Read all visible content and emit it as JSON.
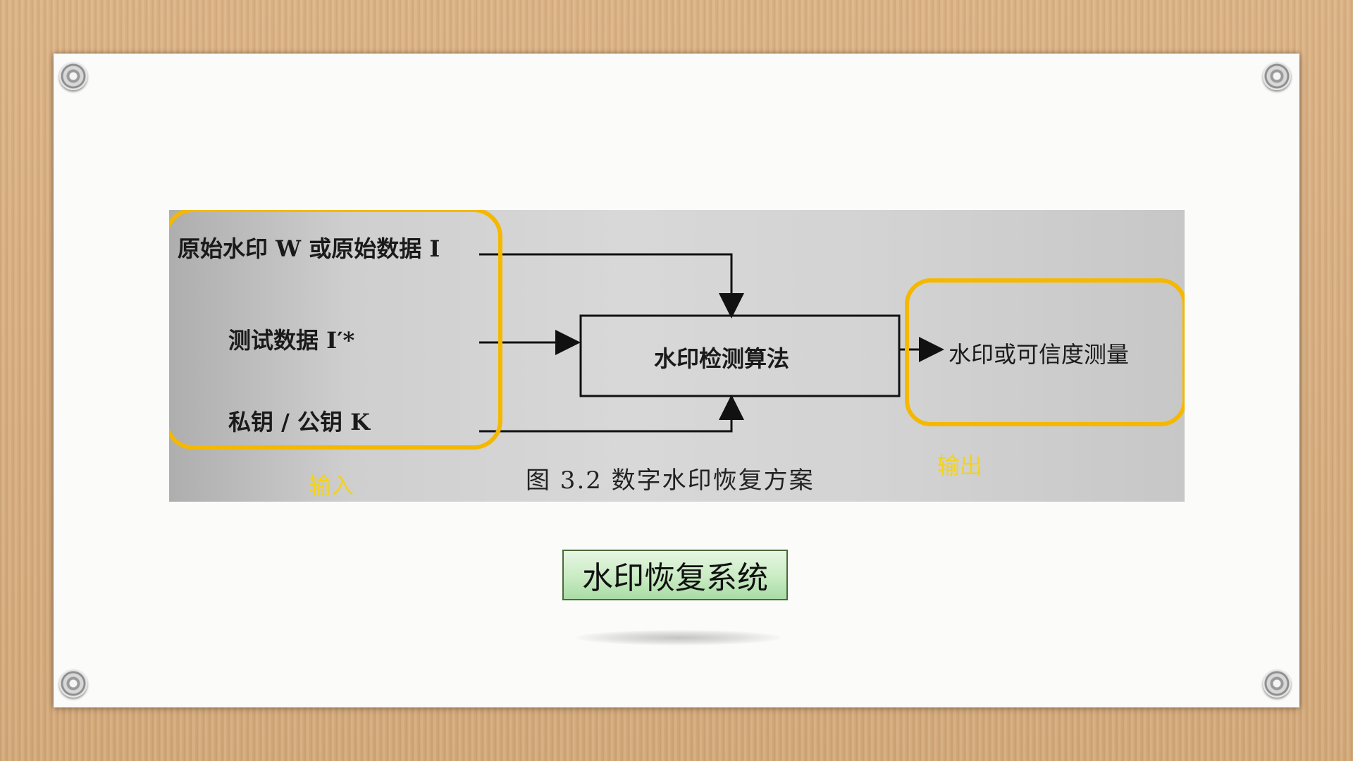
{
  "diagram": {
    "inputs": {
      "original": "原始水印 W 或原始数据 I",
      "test_data": "测试数据 I′*",
      "key": "私钥 / 公钥 K"
    },
    "process": "水印检测算法",
    "output": "水印或可信度测量",
    "caption": "图 3.2    数字水印恢复方案"
  },
  "annotations": {
    "input_label": "输入",
    "output_label": "输出",
    "highlight_color": "#f5b800",
    "label_color": "#f2d21e"
  },
  "title": "水印恢复系统"
}
